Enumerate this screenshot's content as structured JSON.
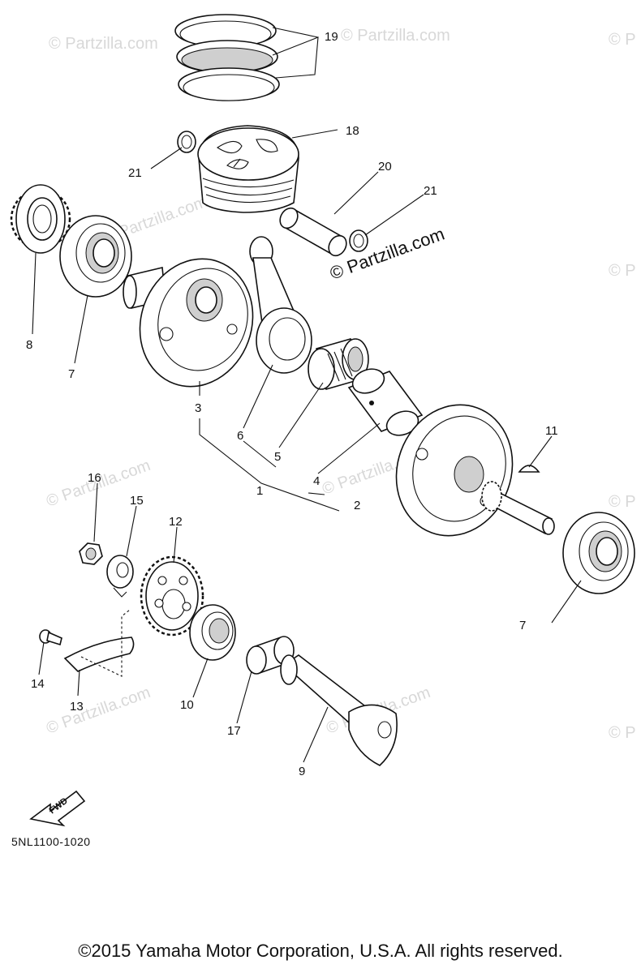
{
  "diagram": {
    "code": "5NL1100-1020",
    "copyright": "©2015  Yamaha Motor Corporation, U.S.A. All rights reserved.",
    "watermark": "© Partzilla.com",
    "watermark_short": "© P",
    "fwd_label": "FWD",
    "callouts": {
      "c1": "1",
      "c2": "2",
      "c3": "3",
      "c4": "4",
      "c5": "5",
      "c6": "6",
      "c7a": "7",
      "c7b": "7",
      "c8": "8",
      "c9": "9",
      "c10": "10",
      "c11": "11",
      "c12": "12",
      "c13": "13",
      "c14": "14",
      "c15": "15",
      "c16": "16",
      "c17": "17",
      "c18": "18",
      "c19": "19",
      "c20": "20",
      "c21a": "21",
      "c21b": "21"
    }
  }
}
